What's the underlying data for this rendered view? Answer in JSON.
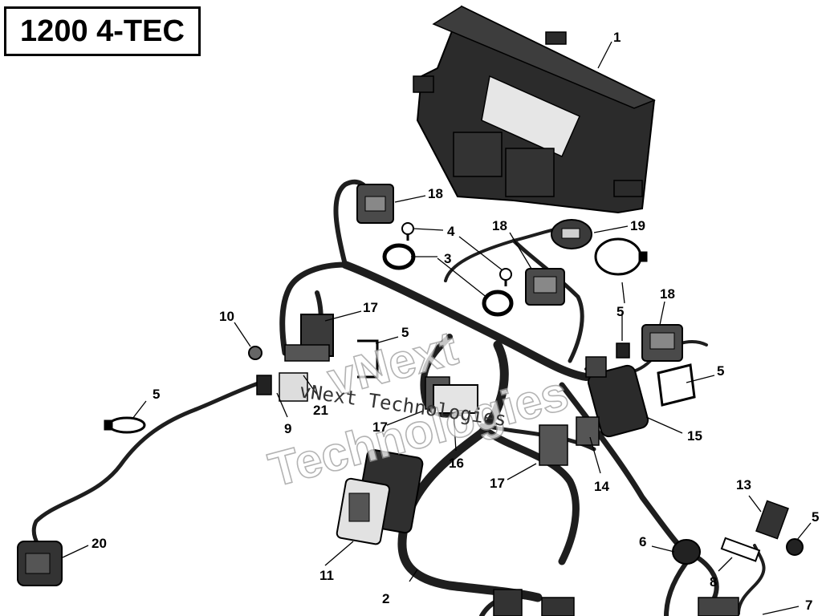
{
  "title": "1200 4-TEC",
  "watermark": {
    "line1": "vNext",
    "line2": "Technologies",
    "caption": "vNext Technologies"
  },
  "callouts": [
    {
      "id": "c1",
      "label": "1"
    },
    {
      "id": "c2",
      "label": "2"
    },
    {
      "id": "c3a",
      "label": "3"
    },
    {
      "id": "c4",
      "label": "4"
    },
    {
      "id": "c5a",
      "label": "5"
    },
    {
      "id": "c5b",
      "label": "5"
    },
    {
      "id": "c5c",
      "label": "5"
    },
    {
      "id": "c5d",
      "label": "5"
    },
    {
      "id": "c5e",
      "label": "5"
    },
    {
      "id": "c6",
      "label": "6"
    },
    {
      "id": "c7",
      "label": "7"
    },
    {
      "id": "c8",
      "label": "8"
    },
    {
      "id": "c9",
      "label": "9"
    },
    {
      "id": "c10",
      "label": "10"
    },
    {
      "id": "c11",
      "label": "11"
    },
    {
      "id": "c13",
      "label": "13"
    },
    {
      "id": "c14",
      "label": "14"
    },
    {
      "id": "c15",
      "label": "15"
    },
    {
      "id": "c16",
      "label": "16"
    },
    {
      "id": "c17a",
      "label": "17"
    },
    {
      "id": "c17b",
      "label": "17"
    },
    {
      "id": "c17c",
      "label": "17"
    },
    {
      "id": "c18a",
      "label": "18"
    },
    {
      "id": "c18b",
      "label": "18"
    },
    {
      "id": "c18c",
      "label": "18"
    },
    {
      "id": "c19",
      "label": "19"
    },
    {
      "id": "c20",
      "label": "20"
    },
    {
      "id": "c21",
      "label": "21"
    }
  ]
}
